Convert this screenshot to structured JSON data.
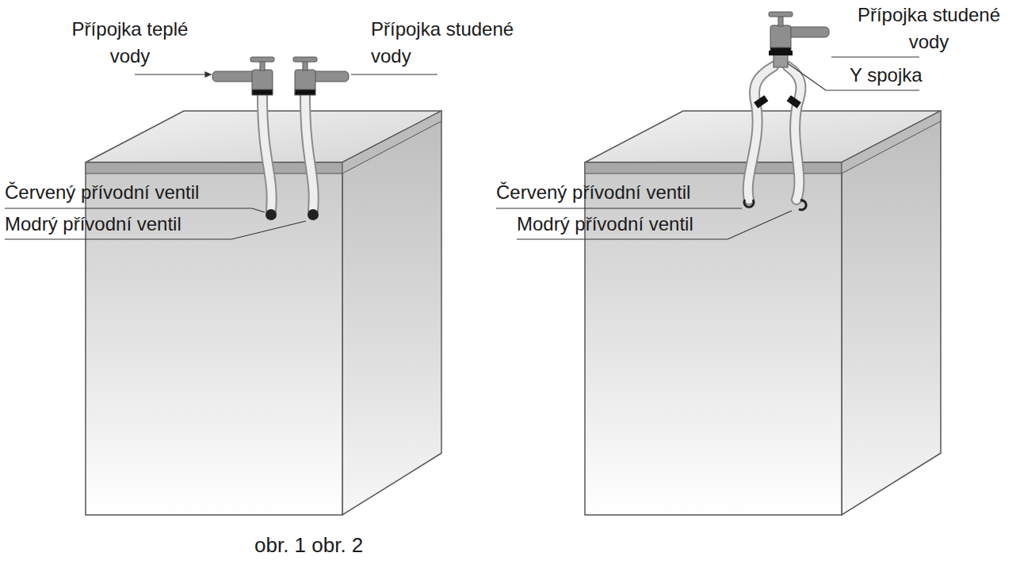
{
  "diagram": {
    "caption": "obr. 1 obr. 2",
    "labels": [
      "Přípojka teplé vody",
      "Přípojka studené vody",
      "Červený přívodní ventil",
      "Modrý přívodní ventil",
      "Přípojka studené vody",
      "Y spojka",
      "Červený přívodní ventil",
      "Modrý přívodní ventil"
    ]
  }
}
